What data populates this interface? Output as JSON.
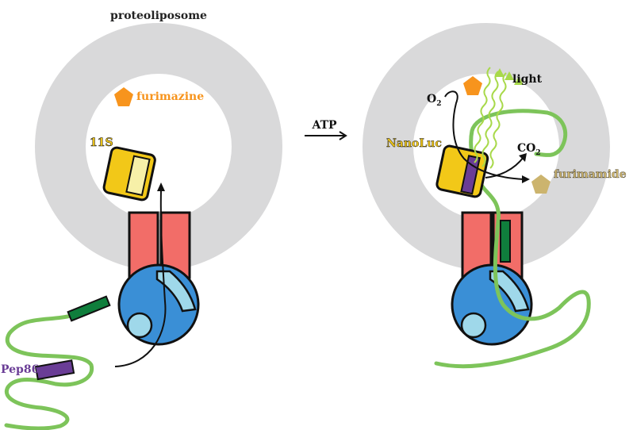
{
  "labels": {
    "proteoliposome": "proteoliposome",
    "furimazine": "furimazine",
    "eleven_s": "11S",
    "atp": "ATP",
    "pep86": "Pep86",
    "o2_base": "O",
    "o2_sub": "2",
    "light": "light",
    "co2_base": "CO",
    "co2_sub": "2",
    "nanoluc": "NanoLuc",
    "furimamide": "furimamide"
  },
  "colors": {
    "membrane": "#d9d9da",
    "substrate_orange": "#f7941d",
    "luciferase_yellow": "#f2c818",
    "luciferase_light": "#f7f0a8",
    "peptide_purple": "#6a3d96",
    "tag_green": "#0f7e3c",
    "chain_green": "#7dc45a",
    "channel_red": "#f26d68",
    "motor_blue": "#3a8fd6",
    "motor_lightblue": "#9fd8ea",
    "product_tan": "#ccb46e",
    "light_green": "#a8d94a"
  }
}
